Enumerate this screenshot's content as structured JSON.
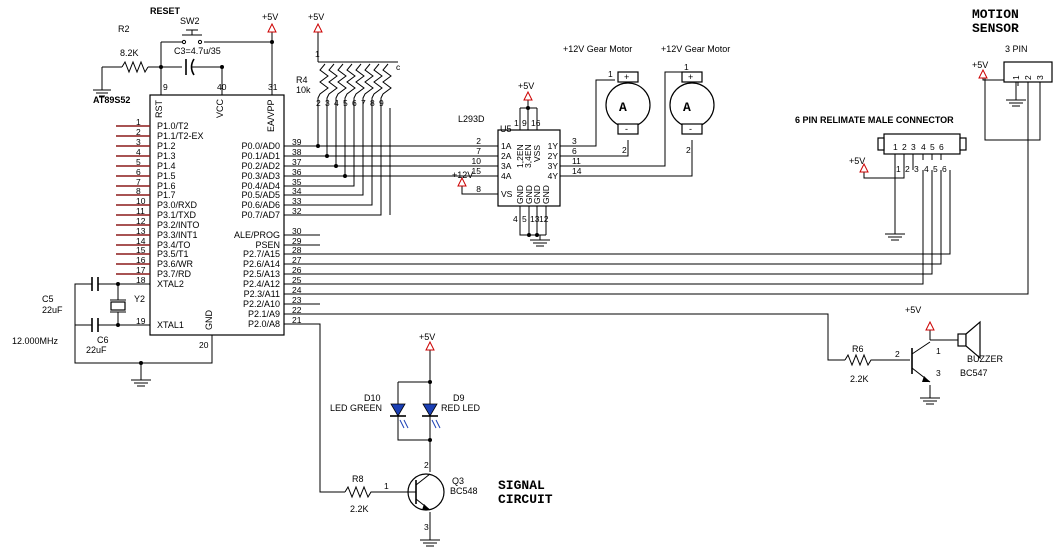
{
  "mcu": {
    "part": "AT89S52",
    "left_pins": [
      {
        "num": "1",
        "name": "P1.0/T2"
      },
      {
        "num": "2",
        "name": "P1.1/T2-EX"
      },
      {
        "num": "3",
        "name": "P1.2"
      },
      {
        "num": "4",
        "name": "P1.3"
      },
      {
        "num": "5",
        "name": "P1.4"
      },
      {
        "num": "6",
        "name": "P1.5"
      },
      {
        "num": "7",
        "name": "P1.6"
      },
      {
        "num": "8",
        "name": "P1.7"
      },
      {
        "num": "10",
        "name": "P3.0/RXD"
      },
      {
        "num": "11",
        "name": "P3.1/TXD"
      },
      {
        "num": "12",
        "name": "P3.2/INTO"
      },
      {
        "num": "13",
        "name": "P3.3/INT1"
      },
      {
        "num": "14",
        "name": "P3.4/TO"
      },
      {
        "num": "15",
        "name": "P3.5/T1"
      },
      {
        "num": "16",
        "name": "P3.6/WR"
      },
      {
        "num": "17",
        "name": "P3.7/RD"
      },
      {
        "num": "18",
        "name": "XTAL2"
      },
      {
        "num": "19",
        "name": "XTAL1"
      }
    ],
    "right_pins": [
      {
        "num": "39",
        "name": "P0.0/AD0"
      },
      {
        "num": "38",
        "name": "P0.1/AD1"
      },
      {
        "num": "37",
        "name": "P0.2/AD2"
      },
      {
        "num": "36",
        "name": "P0.3/AD3"
      },
      {
        "num": "35",
        "name": "P0.4/AD4"
      },
      {
        "num": "34",
        "name": "P0.5/AD5"
      },
      {
        "num": "33",
        "name": "P0.6/AD6"
      },
      {
        "num": "32",
        "name": "P0.7/AD7"
      },
      {
        "num": "30",
        "name": "ALE/PROG"
      },
      {
        "num": "29",
        "name": "PSEN"
      },
      {
        "num": "28",
        "name": "P2.7/A15"
      },
      {
        "num": "27",
        "name": "P2.6/A14"
      },
      {
        "num": "26",
        "name": "P2.5/A13"
      },
      {
        "num": "25",
        "name": "P2.4/A12"
      },
      {
        "num": "24",
        "name": "P2.3/A11"
      },
      {
        "num": "23",
        "name": "P2.2/A10"
      },
      {
        "num": "22",
        "name": "P2.1/A9"
      },
      {
        "num": "21",
        "name": "P2.0/A8"
      }
    ],
    "top_labels": {
      "rst": "RST",
      "vcc": "VCC",
      "ea": "EA/VPP",
      "gnd": "GND"
    },
    "top_nums": {
      "rst": "9",
      "vcc": "40",
      "ea": "31",
      "gnd": "20"
    }
  },
  "reset": {
    "title": "RESET",
    "switch": "SW2",
    "resistor": "R2",
    "resistor_value": "8.2K",
    "cap": "C3=4.7u/35"
  },
  "crystal": {
    "c5": "C5",
    "c5_value": "22uF",
    "c6": "C6",
    "c6_value": "22uF",
    "y": "Y2",
    "freq": "12.000MHz"
  },
  "rpack": {
    "name": "R4",
    "value": "10k",
    "pin1": "1",
    "pins": [
      "2",
      "3",
      "4",
      "5",
      "6",
      "7",
      "8",
      "9"
    ]
  },
  "power": {
    "vcc": "+5V",
    "v12": "+12V"
  },
  "driver": {
    "name": "L293D",
    "ref": "U5",
    "left_pins": [
      {
        "num": "2",
        "name": "1A"
      },
      {
        "num": "7",
        "name": "2A"
      },
      {
        "num": "10",
        "name": "3A"
      },
      {
        "num": "15",
        "name": "4A"
      },
      {
        "num": "8",
        "name": "VS"
      }
    ],
    "right_pins": [
      {
        "num": "3",
        "name": "1Y"
      },
      {
        "num": "6",
        "name": "2Y"
      },
      {
        "num": "11",
        "name": "3Y"
      },
      {
        "num": "14",
        "name": "4Y"
      }
    ],
    "top_pins": [
      {
        "num": "1",
        "name": "1,2EN"
      },
      {
        "num": "9",
        "name": "3,4EN"
      },
      {
        "num": "16",
        "name": "VSS"
      }
    ],
    "bottom_pins": [
      {
        "num": "4",
        "name": "GND"
      },
      {
        "num": "5",
        "name": "GND"
      },
      {
        "num": "13",
        "name": "GND"
      },
      {
        "num": "12",
        "name": "GND"
      }
    ]
  },
  "motors": [
    {
      "label": "+12V Gear Motor",
      "symbol": "A",
      "plus": "+",
      "minus": "-",
      "pin": "1",
      "pin2": "2"
    },
    {
      "label": "+12V Gear Motor",
      "symbol": "A",
      "plus": "+",
      "minus": "-",
      "pin": "1",
      "pin2": "2"
    }
  ],
  "connector": {
    "title": "6 PIN RELIMATE MALE CONNECTOR",
    "pins": [
      "1",
      "2",
      "3",
      "4",
      "5",
      "6"
    ]
  },
  "sensor": {
    "title_line1": "MOTION",
    "title_line2": "SENSOR",
    "sub": "3 PIN",
    "pins": [
      "1",
      "2",
      "3"
    ]
  },
  "buzzer": {
    "resistor": "R6",
    "value": "2.2K",
    "transistor": "BC547",
    "label": "BUZZER",
    "b": "2",
    "c": "1",
    "e": "3"
  },
  "signal": {
    "title_line1": "SIGNAL",
    "title_line2": "CIRCUIT",
    "led1_ref": "D10",
    "led1_label": "LED GREEN",
    "led2_ref": "D9",
    "led2_label": "RED LED",
    "resistor": "R8",
    "value": "2.2K",
    "transistor_ref": "Q3",
    "transistor": "BC548",
    "b": "1",
    "c": "2",
    "e": "3"
  }
}
